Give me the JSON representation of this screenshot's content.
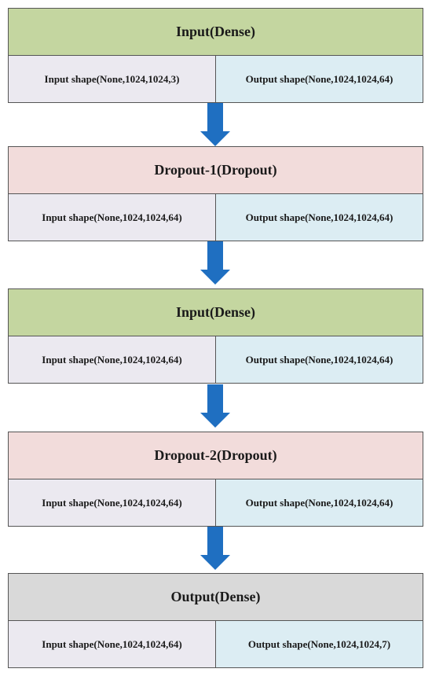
{
  "blocks": [
    {
      "title": "Input(Dense)",
      "input": "Input shape(None,1024,1024,3)",
      "output": "Output shape(None,1024,1024,64)",
      "color": "#c4d6a0"
    },
    {
      "title": "Dropout-1(Dropout)",
      "input": "Input shape(None,1024,1024,64)",
      "output": "Output shape(None,1024,1024,64)",
      "color": "#f2dcdb"
    },
    {
      "title": "Input(Dense)",
      "input": "Input shape(None,1024,1024,64)",
      "output": "Output shape(None,1024,1024,64)",
      "color": "#c4d6a0"
    },
    {
      "title": "Dropout-2(Dropout)",
      "input": "Input shape(None,1024,1024,64)",
      "output": "Output shape(None,1024,1024,64)",
      "color": "#f2dcdb"
    },
    {
      "title": "Output(Dense)",
      "input": "Input shape(None,1024,1024,64)",
      "output": "Output shape(None,1024,1024,7)",
      "color": "#d9d9d9"
    }
  ],
  "colors": {
    "arrow": "#1f6fc1",
    "input_cell": "#ebe9f0",
    "output_cell": "#dcedf3",
    "border": "#555555"
  }
}
